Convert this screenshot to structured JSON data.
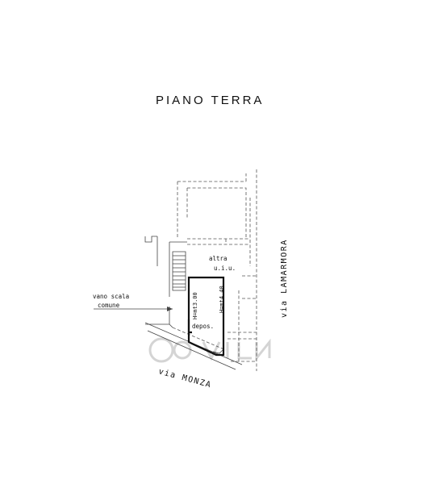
{
  "title": "PIANO TERRA",
  "labels": {
    "altra_line1": "altra",
    "altra_line2": "u.i.u.",
    "vano_line1": "vano scala",
    "vano_line2": "comune",
    "depos": "depos.",
    "height_1": "H=mt3.00",
    "height_2": "H=mt4.40"
  },
  "streets": {
    "monza": "via MONZA",
    "lamarmora": "via LAMARMORA"
  },
  "colors": {
    "line": "#444444",
    "bold": "#111111",
    "watermark": "#d4d4d4"
  }
}
